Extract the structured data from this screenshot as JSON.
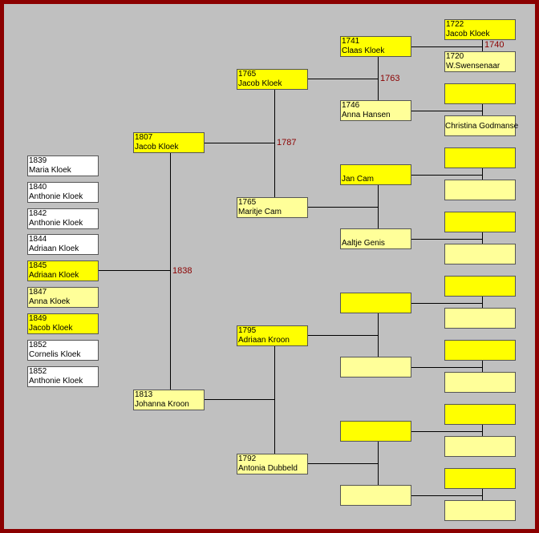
{
  "colors": {
    "frame": "#8b0000",
    "background": "#c0c0c0",
    "male": "#ffff00",
    "female": "#ffff99",
    "child_default": "#ffffff",
    "marriage_year": "#8b0000"
  },
  "children": [
    {
      "year": "1839",
      "name": "Maria Kloek"
    },
    {
      "year": "1840",
      "name": "Anthonie Kloek"
    },
    {
      "year": "1842",
      "name": "Anthonie Kloek"
    },
    {
      "year": "1844",
      "name": "Adriaan Kloek"
    },
    {
      "year": "1845",
      "name": "Adriaan Kloek"
    },
    {
      "year": "1847",
      "name": "Anna Kloek"
    },
    {
      "year": "1849",
      "name": "Jacob Kloek"
    },
    {
      "year": "1852",
      "name": "Cornelis Kloek"
    },
    {
      "year": "1852",
      "name": "Anthonie Kloek"
    }
  ],
  "gen1": [
    {
      "year": "1807",
      "name": "Jacob Kloek"
    },
    {
      "year": "1813",
      "name": "Johanna Kroon"
    }
  ],
  "gen2": [
    {
      "year": "1765",
      "name": "Jacob Kloek"
    },
    {
      "year": "1765",
      "name": "Maritje Cam"
    },
    {
      "year": "1795",
      "name": "Adriaan Kroon"
    },
    {
      "year": "1792",
      "name": "Antonia Dubbeld"
    }
  ],
  "gen3": [
    {
      "year": "1741",
      "name": "Claas Kloek"
    },
    {
      "year": "1746",
      "name": "Anna Hansen"
    },
    {
      "year": "",
      "name": "Jan Cam"
    },
    {
      "year": "",
      "name": "Aaltje Genis"
    },
    {
      "year": "",
      "name": ""
    },
    {
      "year": "",
      "name": ""
    },
    {
      "year": "",
      "name": ""
    },
    {
      "year": "",
      "name": ""
    }
  ],
  "gen4": [
    {
      "year": "1722",
      "name": "Jacob Kloek"
    },
    {
      "year": "1720",
      "name": "W.Swensenaar"
    },
    {
      "year": "",
      "name": ""
    },
    {
      "year": "",
      "name": "Christina Godmanse"
    }
  ],
  "marriages": {
    "m1838": "1838",
    "m1787": "1787",
    "m1763": "1763",
    "m1740": "1740"
  }
}
